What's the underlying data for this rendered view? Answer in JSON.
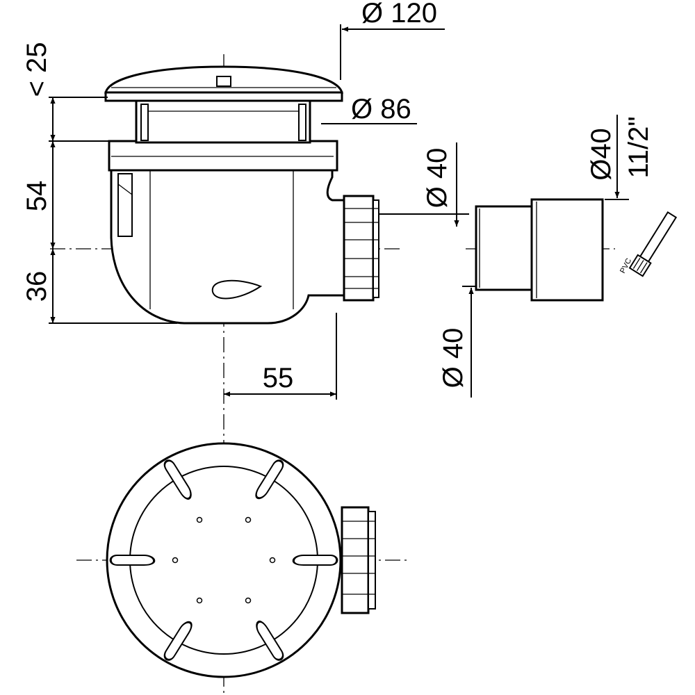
{
  "dimensions": {
    "cover_diameter": "Ø 120",
    "lift_height": "< 25",
    "body_diameter": "Ø 86",
    "body_height": "54",
    "outlet_height": "36",
    "outlet_offset": "55",
    "outlet_diameter_top": "Ø 40",
    "outlet_diameter_bottom": "Ø 40",
    "adapter_diameter": "Ø40",
    "adapter_thread": "11/2\""
  },
  "labels": {
    "brush_material": "PVC"
  }
}
